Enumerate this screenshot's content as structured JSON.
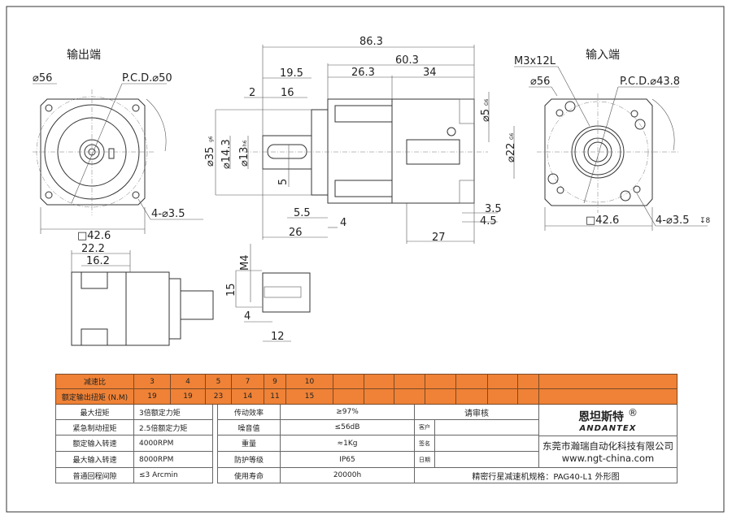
{
  "drawing": {
    "output_view": {
      "title": "输出端",
      "dia": "⌀56",
      "pcd": "P.C.D.⌀50",
      "holes": "4-⌀3.5",
      "square": "□42.6"
    },
    "side_view": {
      "overall": "86.3",
      "body": "60.3",
      "part1": "26.3",
      "part2": "34",
      "shaft_len": "19.5",
      "key_len": "16",
      "key_offset": "2",
      "d35": "⌀35",
      "d35_tol": "g6",
      "d14_3": "⌀14.3",
      "d13": "⌀13",
      "d13_tol": "h6",
      "key_w": "5",
      "flange_5_5": "5.5",
      "flange_4": "4",
      "shaft_26": "26",
      "in_27": "27",
      "in_3_5": "3.5",
      "in_4_5": "4.5",
      "d5": "⌀5",
      "d5_tol": "G6",
      "d22": "⌀22",
      "d22_tol": "G6"
    },
    "input_view": {
      "title": "输入端",
      "thread": "M3x12L",
      "dia": "⌀56",
      "pcd": "P.C.D.⌀43.8",
      "holes": "4-⌀3.5",
      "depth": "↧8",
      "square": "□42.6"
    },
    "bottom_view": {
      "d22_2": "22.2",
      "d16_2": "16.2"
    },
    "section": {
      "m4": "M4",
      "d15": "15",
      "d4": "4",
      "d12": "12"
    }
  },
  "table": {
    "ratio_label": "减速比",
    "ratios": [
      "3",
      "4",
      "5",
      "7",
      "9",
      "10"
    ],
    "torque_label": "额定输出扭矩 (N.M)",
    "torques": [
      "19",
      "19",
      "23",
      "14",
      "11",
      "15"
    ],
    "specs_left": [
      {
        "label": "最大扭矩",
        "value": "3倍额定力矩"
      },
      {
        "label": "紧急制动扭矩",
        "value": "2.5倍额定力矩"
      },
      {
        "label": "额定输入转速",
        "value": "4000RPM"
      },
      {
        "label": "最大输入转速",
        "value": "8000RPM"
      },
      {
        "label": "普通回程间隙",
        "value": "≤3 Arcmin"
      }
    ],
    "specs_right": [
      {
        "label": "传动效率",
        "value": "≥97%"
      },
      {
        "label": "噪音值",
        "value": "≤56dB"
      },
      {
        "label": "重量",
        "value": "≈1Kg"
      },
      {
        "label": "防护等级",
        "value": "IP65"
      },
      {
        "label": "使用寿命",
        "value": "20000h"
      }
    ],
    "review": {
      "title": "请审核",
      "customer": "客户",
      "signature": "签名",
      "date": "日期"
    },
    "brand": {
      "cn": "恩坦斯特",
      "reg": "®",
      "en": "ANDANTEX",
      "company": "东莞市瀚瑞自动化科技有限公司",
      "url": "www.ngt-china.com"
    },
    "footer": "精密行星减速机规格：PAG40-L1 外形图"
  },
  "colors": {
    "header": "#ef8236",
    "line": "#333333"
  }
}
